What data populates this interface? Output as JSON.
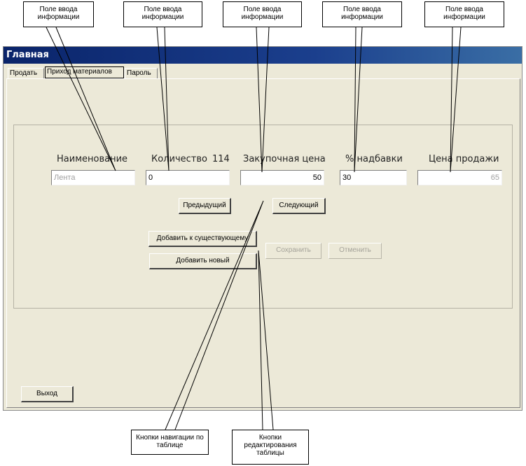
{
  "callouts": {
    "input_label": "Поле ввода информации",
    "nav_buttons": "Кнопки навигации по таблице",
    "edit_buttons": "Кнопки редактирования таблицы"
  },
  "window": {
    "title": "Главная"
  },
  "tabs": [
    {
      "label": "Продать"
    },
    {
      "label": "Приход материалов"
    },
    {
      "label": "Пароль"
    }
  ],
  "fields": {
    "name": {
      "label": "Наименование",
      "value": "Лента"
    },
    "quantity": {
      "label": "Количество",
      "extra": "114",
      "value": "0"
    },
    "purchase_price": {
      "label": "Закупочная цена",
      "value": "50"
    },
    "markup": {
      "label": "% надбавки",
      "value": "30"
    },
    "sale_price": {
      "label": "Цена продажи",
      "value": "65"
    }
  },
  "buttons": {
    "previous": "Предыдущий",
    "next": "Следующий",
    "add_existing": "Добавить к существующему",
    "add_new": "Добавить новый",
    "save": "Сохранить",
    "cancel": "Отменить",
    "exit": "Выход"
  }
}
